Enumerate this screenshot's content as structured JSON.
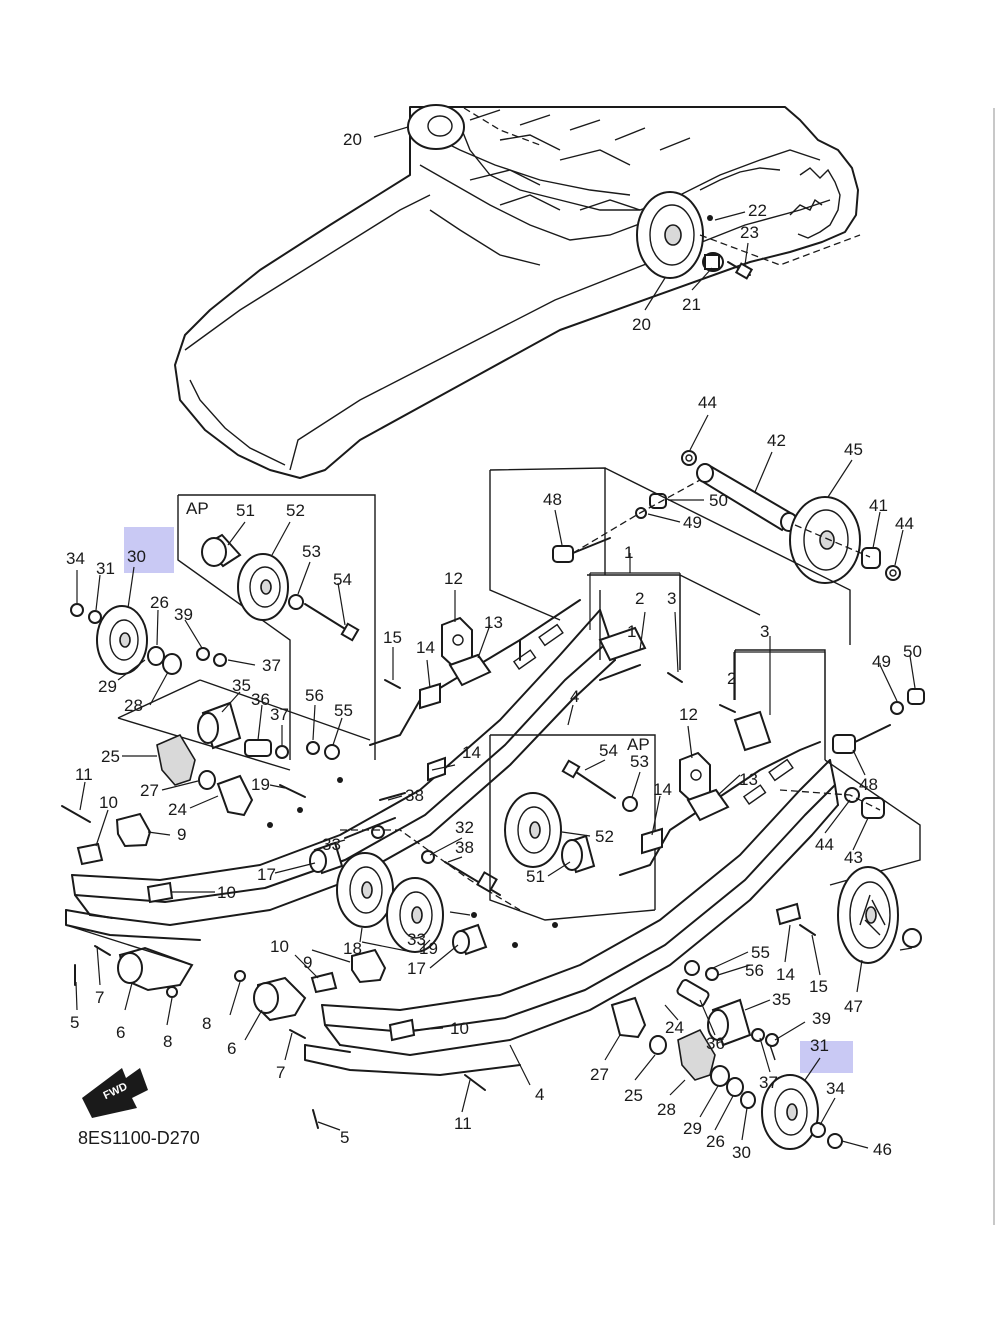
{
  "diagram": {
    "drawing_code": "8ES1100-D270",
    "ap_label": "AP",
    "fwd_label": "FWD",
    "highlight_color": "#c9c9f4",
    "callouts": [
      "20",
      "20",
      "22",
      "23",
      "21",
      "44",
      "42",
      "45",
      "48",
      "50",
      "49",
      "41",
      "44",
      "51",
      "52",
      "53",
      "54",
      "34",
      "31",
      "30",
      "26",
      "39",
      "37",
      "29",
      "28",
      "35",
      "36",
      "37",
      "56",
      "55",
      "25",
      "27",
      "24",
      "19",
      "11",
      "10",
      "9",
      "10",
      "17",
      "33",
      "18",
      "19",
      "17",
      "33",
      "32",
      "38",
      "38",
      "14",
      "15",
      "14",
      "12",
      "13",
      "1",
      "2",
      "3",
      "4",
      "54",
      "53",
      "52",
      "51",
      "14",
      "12",
      "13",
      "1",
      "3",
      "2",
      "49",
      "50",
      "48",
      "44",
      "43",
      "7",
      "5",
      "6",
      "8",
      "10",
      "9",
      "8",
      "6",
      "7",
      "10",
      "4",
      "11",
      "5",
      "55",
      "56",
      "14",
      "15",
      "35",
      "39",
      "37",
      "36",
      "24",
      "27",
      "25",
      "28",
      "29",
      "26",
      "30",
      "31",
      "34",
      "46",
      "47"
    ]
  }
}
